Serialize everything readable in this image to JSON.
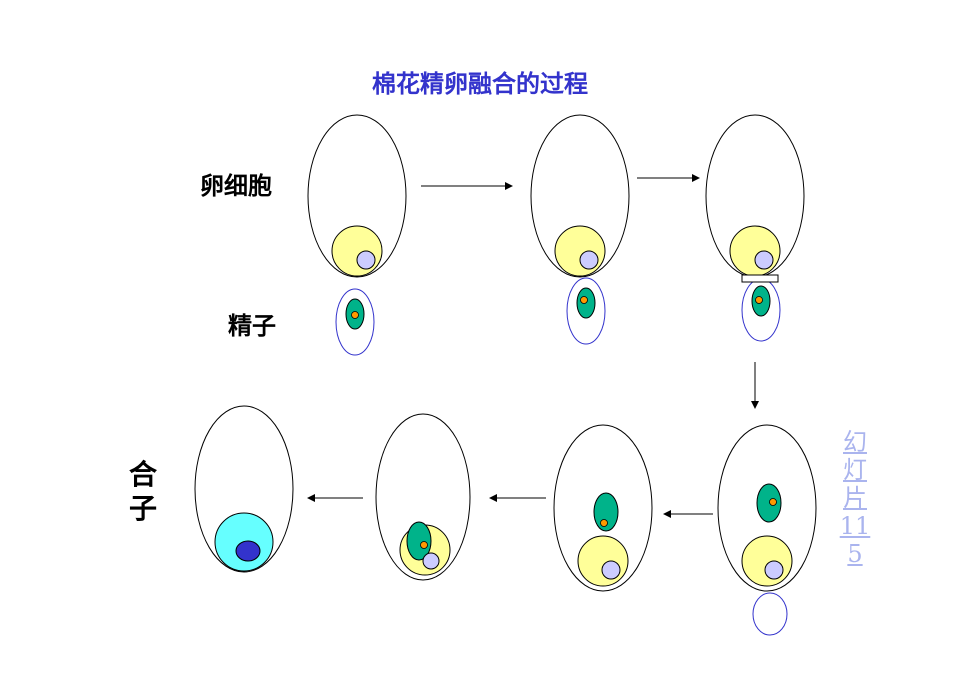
{
  "title": "棉花精卵融合的过程",
  "labels": {
    "egg": "卵细胞",
    "sperm": "精子",
    "zygote": "合子"
  },
  "slide_link": "幻灯片115",
  "colors": {
    "title": "#3333cc",
    "egg_cell": "#ffff99",
    "egg_nucleus": "#ccccff",
    "sperm_cell": "#00b38a",
    "sperm_nucleus": "#ff9900",
    "sperm_envelope": "#3333cc",
    "zygote_cytoplasm": "#66ffff",
    "zygote_nucleus": "#3333cc",
    "slide_link": "#aab4ee"
  }
}
